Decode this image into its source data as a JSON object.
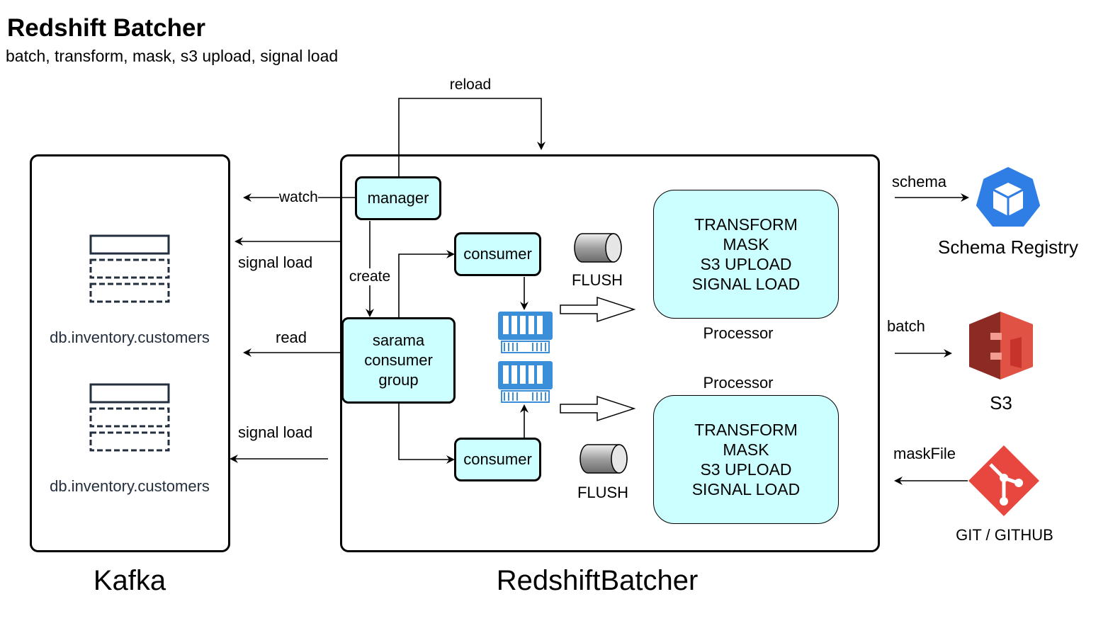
{
  "header": {
    "title": "Redshift Batcher",
    "subtitle": "batch, transform, mask, s3 upload, signal load"
  },
  "kafka": {
    "label": "Kafka",
    "topics": [
      "db.inventory.customers",
      "db.inventory.customers"
    ]
  },
  "batcher": {
    "label": "RedshiftBatcher",
    "manager": "manager",
    "consumer_group": [
      "sarama",
      "consumer",
      "group"
    ],
    "consumers": [
      "consumer",
      "consumer"
    ],
    "flush_labels": [
      "FLUSH",
      "FLUSH"
    ],
    "processors": [
      {
        "label": "Processor",
        "steps": [
          "TRANSFORM",
          "MASK",
          "S3 UPLOAD",
          "SIGNAL LOAD"
        ]
      },
      {
        "label": "Processor",
        "steps": [
          "TRANSFORM",
          "MASK",
          "S3 UPLOAD",
          "SIGNAL LOAD"
        ]
      }
    ]
  },
  "edges": {
    "reload": "reload",
    "watch": "watch",
    "signal_load_top": "signal load",
    "create": "create",
    "read": "read",
    "signal_load_bottom": "signal load",
    "schema": "schema",
    "batch": "batch",
    "mask_file": "maskFile"
  },
  "external": {
    "schema_registry": "Schema Registry",
    "s3": "S3",
    "git": "GIT / GITHUB"
  },
  "colors": {
    "node_fill": "#ccffff",
    "memory_blue": "#3b8fd8",
    "schema_registry_blue": "#2f7ee6",
    "s3_red": "#c7332a",
    "git_red": "#e8473f"
  },
  "icons": [
    "topic-icon",
    "flush-cylinder-icon",
    "memory-icon",
    "schema-registry-icon",
    "s3-bucket-icon",
    "git-icon"
  ]
}
